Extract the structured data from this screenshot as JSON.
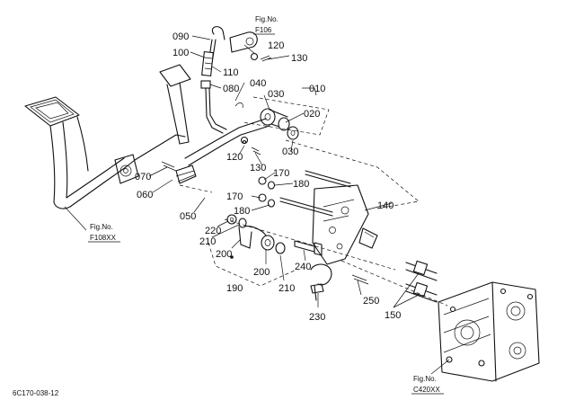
{
  "callouts": {
    "c090": "090",
    "c100": "100",
    "c110": "110",
    "c080": "080",
    "c040": "040",
    "c030a": "030",
    "c010": "010",
    "c020": "020",
    "c030b": "030",
    "c120a": "120",
    "c130a": "130",
    "c120b": "120",
    "c130b": "130",
    "c170a": "170",
    "c180a": "180",
    "c170b": "170",
    "c180b": "180",
    "c140": "140",
    "c070": "070",
    "c060": "060",
    "c050": "050",
    "c220": "220",
    "c210a": "210",
    "c200a": "200",
    "c200b": "200",
    "c210b": "210",
    "c190": "190",
    "c240": "240",
    "c250": "250",
    "c150": "150",
    "c230": "230"
  },
  "fig_refs": {
    "f106_label": "Fig.No.",
    "f106_code": "F106",
    "f108_label": "Fig.No.",
    "f108_code": "F108XX",
    "c420_label": "Fig.No.",
    "c420_code": "C420XX"
  },
  "diagram_code": "6C170-038-12"
}
